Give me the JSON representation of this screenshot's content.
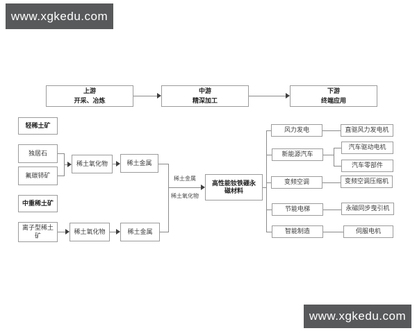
{
  "watermark": {
    "text": "www.xgkedu.com"
  },
  "colors": {
    "watermark_bg": "#58595b",
    "box_border": "#9b9b9b",
    "connector_line": "#8a8a8a",
    "arrowhead": "#3f3f3f"
  },
  "stages": [
    {
      "title": "上游",
      "subtitle": "开采、冶炼"
    },
    {
      "title": "中游",
      "subtitle": "精深加工"
    },
    {
      "title": "下游",
      "subtitle": "终端应用"
    }
  ],
  "upstream": {
    "light_group": {
      "title": "轻稀土矿",
      "ores": [
        "独居石",
        "氟碳铈矿"
      ],
      "oxide": "稀土氧化物",
      "metal": "稀土金属"
    },
    "heavy_group": {
      "title": "中重稀土矿",
      "ores": [
        "离子型稀土矿"
      ],
      "oxide": "稀土氧化物",
      "metal": "稀土金属"
    }
  },
  "midstream": {
    "core": "高性能钕铁硼永磁材料",
    "flow_labels": {
      "top": "稀土金属",
      "bottom": "稀土氧化物"
    }
  },
  "downstream": {
    "applications": [
      {
        "name": "风力发电",
        "products": [
          "直驱风力发电机"
        ]
      },
      {
        "name": "新能源汽车",
        "products": [
          "汽车驱动电机",
          "汽车零部件"
        ]
      },
      {
        "name": "变频空调",
        "products": [
          "变频空调压缩机"
        ]
      },
      {
        "name": "节能电梯",
        "products": [
          "永磁同步曳引机"
        ]
      },
      {
        "name": "智能制造",
        "products": [
          "伺服电机"
        ]
      }
    ]
  }
}
